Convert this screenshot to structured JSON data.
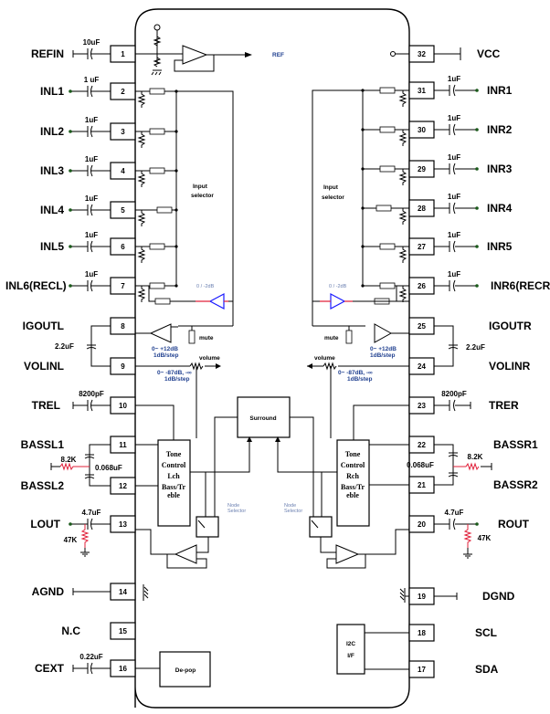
{
  "pins_left": [
    {
      "num": "1",
      "label": "REFIN",
      "cap": "10uF"
    },
    {
      "num": "2",
      "label": "INL1",
      "cap": "1 uF"
    },
    {
      "num": "3",
      "label": "INL2",
      "cap": "1uF"
    },
    {
      "num": "4",
      "label": "INL3",
      "cap": "1uF"
    },
    {
      "num": "5",
      "label": "INL4",
      "cap": "1uF"
    },
    {
      "num": "6",
      "label": "INL5",
      "cap": "1uF"
    },
    {
      "num": "7",
      "label": "INL6(RECL)",
      "cap": "1uF"
    },
    {
      "num": "8",
      "label": "IGOUTL",
      "cap": ""
    },
    {
      "num": "9",
      "label": "VOLINL",
      "cap": ""
    },
    {
      "num": "10",
      "label": "TREL",
      "cap": "8200pF"
    },
    {
      "num": "11",
      "label": "BASSL1",
      "cap": ""
    },
    {
      "num": "12",
      "label": "BASSL2",
      "cap": ""
    },
    {
      "num": "13",
      "label": "LOUT",
      "cap": "4.7uF"
    },
    {
      "num": "14",
      "label": "AGND",
      "cap": ""
    },
    {
      "num": "15",
      "label": "N.C",
      "cap": ""
    },
    {
      "num": "16",
      "label": "CEXT",
      "cap": "0.22uF"
    }
  ],
  "pins_right": [
    {
      "num": "32",
      "label": "VCC",
      "cap": ""
    },
    {
      "num": "31",
      "label": "INR1",
      "cap": "1uF"
    },
    {
      "num": "30",
      "label": "INR2",
      "cap": "1uF"
    },
    {
      "num": "29",
      "label": "INR3",
      "cap": "1uF"
    },
    {
      "num": "28",
      "label": "INR4",
      "cap": "1uF"
    },
    {
      "num": "27",
      "label": "INR5",
      "cap": "1uF"
    },
    {
      "num": "26",
      "label": "INR6(RECR)",
      "cap": "1uF"
    },
    {
      "num": "25",
      "label": "IGOUTR",
      "cap": ""
    },
    {
      "num": "24",
      "label": "VOLINR",
      "cap": ""
    },
    {
      "num": "23",
      "label": "TRER",
      "cap": "8200pF"
    },
    {
      "num": "22",
      "label": "BASSR1",
      "cap": ""
    },
    {
      "num": "21",
      "label": "BASSR2",
      "cap": ""
    },
    {
      "num": "20",
      "label": "ROUT",
      "cap": "4.7uF"
    },
    {
      "num": "19",
      "label": "DGND",
      "cap": ""
    },
    {
      "num": "18",
      "label": "SCL",
      "cap": ""
    },
    {
      "num": "17",
      "label": "SDA",
      "cap": ""
    }
  ],
  "external": {
    "igout_cap": "2.2uF",
    "bass_res": "8.2K",
    "bass_cap": "0.068uF",
    "out_res": "47K"
  },
  "internal": {
    "ref": "REF",
    "input_selector_1": "Input",
    "input_selector_2": "selector",
    "rec_gain": "0 / -2dB",
    "mute": "mute",
    "input_gain": "0~ +12dB",
    "input_gain_step": "1dB/step",
    "volume": "volume",
    "volume_range": "0~ -87dB, -∞",
    "volume_step": "1dB/step",
    "surround": "Surround",
    "tone_l": [
      "Tone",
      "Control",
      "Lch",
      "Bass/Tr",
      "eble"
    ],
    "tone_r": [
      "Tone",
      "Control",
      "Rch",
      "Bass/Tr",
      "eble"
    ],
    "node_selector_1": "Node",
    "node_selector_2": "Selector",
    "depop": "De-pop",
    "i2c_1": "I2C",
    "i2c_2": "I/F"
  },
  "colors": {
    "wire": "#000000",
    "buffer": "#1a1aff",
    "red_wire": "#e0203a",
    "label_blue": "#1f3f8f"
  }
}
